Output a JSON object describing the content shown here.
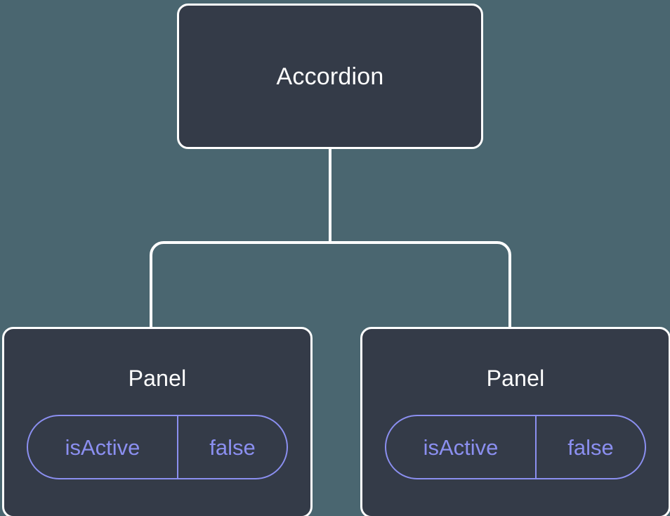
{
  "canvas": {
    "background_color": "#4a6670",
    "node_fill_color": "#343b48",
    "node_border_color": "#ffffff",
    "accent_color": "#8b8ff0",
    "connector_color": "#ffffff"
  },
  "tree": {
    "root": {
      "title": "Accordion"
    },
    "children": [
      {
        "title": "Panel",
        "prop": {
          "key": "isActive",
          "value": "false"
        }
      },
      {
        "title": "Panel",
        "prop": {
          "key": "isActive",
          "value": "false"
        }
      }
    ]
  }
}
